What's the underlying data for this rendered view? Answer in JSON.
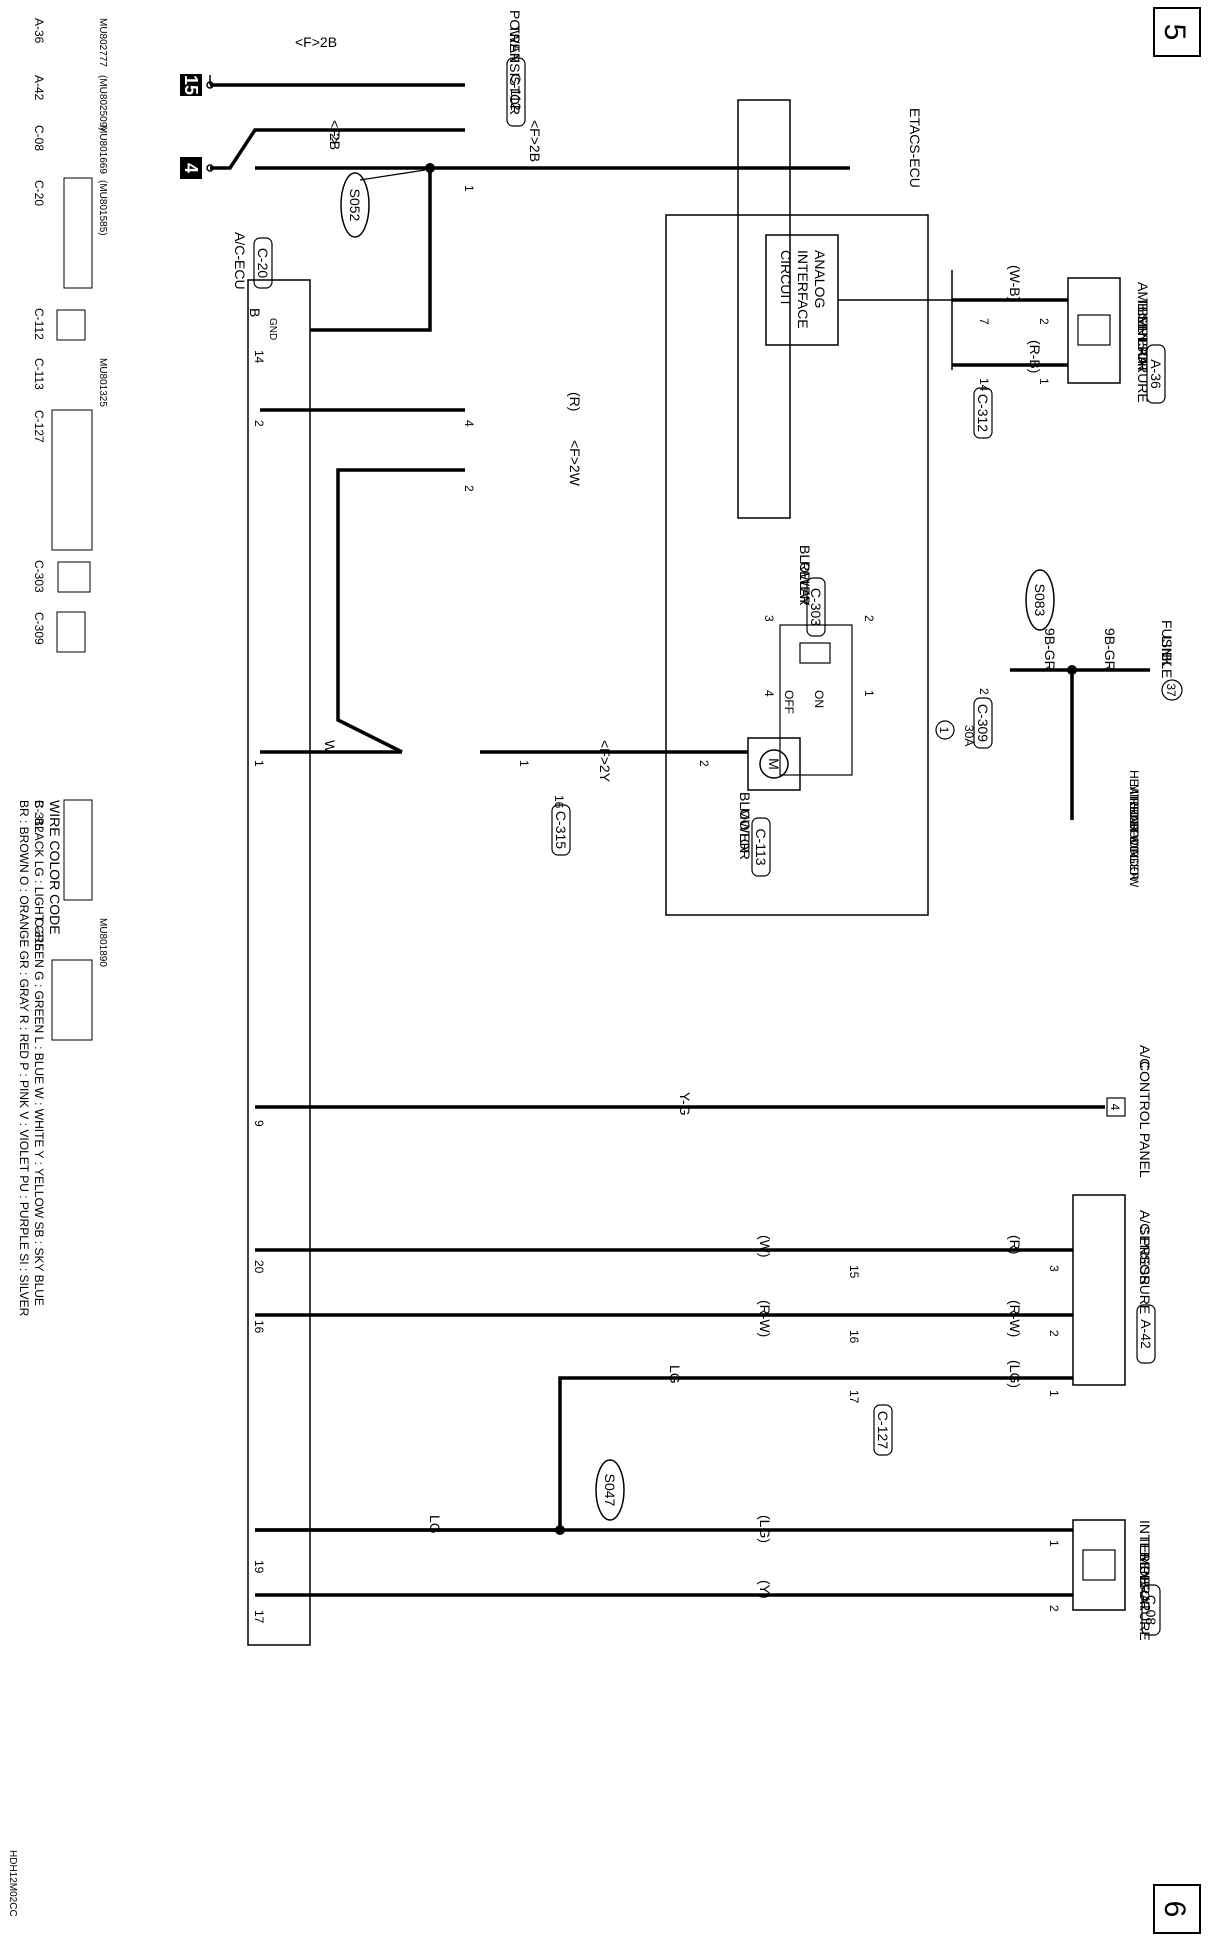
{
  "page": {
    "top_number": "5",
    "bottom_number": "6",
    "doc_code": "HDH12M02CC"
  },
  "ground_pins": {
    "a": "15",
    "b": "4"
  },
  "components": {
    "power_transistor": {
      "line1": "POWER",
      "line2": "TRANSISTOR",
      "connector": "C-112"
    },
    "etacs": {
      "label": "ETACS-ECU"
    },
    "analog_circuit": {
      "line1": "ANALOG",
      "line2": "INTERFACE",
      "line3": "CIRCUIT"
    },
    "ambient_sensor": {
      "line1": "AMBIENT AIR",
      "line2": "TEMPERATURE",
      "line3": "SENSOR",
      "connector": "A-36"
    },
    "blower_relay": {
      "line1": "BLOWER",
      "line2": "RELAY",
      "connector": "C-303"
    },
    "fusible_link": {
      "line1": "FUSIBLE",
      "line2": "LINK",
      "number": "37"
    },
    "heated": {
      "line1": "HEATED DOOR",
      "line2": "MIRROR",
      "line3": "REAR WINDOW",
      "line4": "DEFOGGER"
    },
    "blower_motor": {
      "line1": "BLOWER",
      "line2": "MOTOR",
      "connector": "C-113",
      "symbol": "M"
    },
    "ac_ecu": {
      "line1": "A/C-ECU",
      "connector": "C-20",
      "gnd": "GND"
    },
    "ac_control": {
      "line1": "A/C",
      "line2": "CONTROL PANEL",
      "pin": "4"
    },
    "pressure_sensor": {
      "line1": "A/C PRESSURE",
      "line2": "SENSOR",
      "connector": "A-42"
    },
    "interior_sensor": {
      "line1": "INTERIOR",
      "line2": "TEMPERATURE",
      "line3": "SENSOR",
      "connector": "C-08"
    },
    "fuse": {
      "number": "1",
      "rating": "30A"
    },
    "relay_switch": {
      "on": "ON",
      "off": "OFF"
    }
  },
  "splices": {
    "s052": "S052",
    "s083": "S083",
    "s047": "S047"
  },
  "wires": {
    "f2b_top": "<F>2B",
    "f2b_mid1": "<F>",
    "f2b_mid2": "2B",
    "f2b_right": "<F>2B",
    "b": "B",
    "r": "(R)",
    "f2w": "<F>2W",
    "w": "W",
    "f2y": "<F>2Y",
    "wb": "(W-B)",
    "rb": "(R-B)",
    "gr1": "9B-GR",
    "gr2": "9B-GR",
    "yg": "Y-G",
    "w_paren": "(W)",
    "rw": "(R-W)",
    "lg": "LG",
    "r_pres": "(R)",
    "rw_pres": "(R-W)",
    "lg_pres": "(LG)",
    "lg_int": "(LG)",
    "y_int": "(Y)",
    "lg_left": "LG"
  },
  "pins": {
    "pt1": "1",
    "pt4": "4",
    "pt2": "2",
    "ecu14": "14",
    "ecu2": "2",
    "ecu1": "1",
    "ecu9": "9",
    "ecu20": "20",
    "ecu16": "16",
    "ecu19": "19",
    "ecu17": "17",
    "et7": "7",
    "et14": "14",
    "et2": "2",
    "et16": "16",
    "amb2": "2",
    "amb1": "1",
    "relay2": "2",
    "relay1": "1",
    "relay3": "3",
    "relay4": "4",
    "mot2": "2",
    "mot1": "1",
    "pres3": "3",
    "pres2": "2",
    "pres1": "1",
    "c127_15": "15",
    "c127_16": "16",
    "c127_17": "17",
    "int1": "1",
    "int2": "2"
  },
  "connectors": {
    "et_c312": "C-312",
    "et_c309": "C-309",
    "et_c315": "C-315",
    "c127": "C-127"
  },
  "legend": {
    "a36": "A-36",
    "a36_part": "MU802777",
    "a42": "A-42",
    "a42_part": "(MU802509)",
    "c08": "C-08",
    "c08_part": "MU801669",
    "c20": "C-20",
    "c20_part": "(MU801585)",
    "c112": "C-112",
    "c113": "C-113",
    "c113_part": "MU801325",
    "c127": "C-127",
    "c303": "C-303",
    "c309": "C-309",
    "c312": "C-312",
    "c315": "C-315",
    "c315_part": "MU801890"
  },
  "wire_code": {
    "title": "WIRE COLOR CODE",
    "row1": "B : BLACK   LG : LIGHT GREEN   G : GREEN   L : BLUE   W : WHITE   Y : YELLOW   SB : SKY BLUE",
    "row2": "BR : BROWN   O : ORANGE   GR : GRAY   R : RED   P : PINK   V : VIOLET   PU : PURPLE   SI : SILVER"
  }
}
